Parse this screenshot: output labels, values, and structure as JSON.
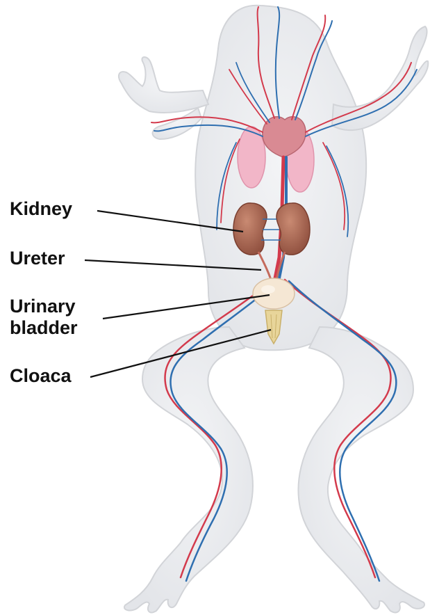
{
  "labels": {
    "kidney": "Kidney",
    "ureter": "Ureter",
    "bladder_line1": "Urinary",
    "bladder_line2": "bladder",
    "cloaca": "Cloaca"
  },
  "colors": {
    "body_fill": "#ecedef",
    "body_outline": "#d2d4d8",
    "artery": "#d33a4c",
    "vein": "#2f6fb0",
    "kidney": "#b06a55",
    "lung": "#f2b6c8",
    "heart": "#d98a93",
    "bladder": "#f5e7d4",
    "cloaca": "#e8d59a",
    "leader_line": "#111111"
  },
  "icons": [
    "frog-circulatory-urogenital-illustration"
  ]
}
